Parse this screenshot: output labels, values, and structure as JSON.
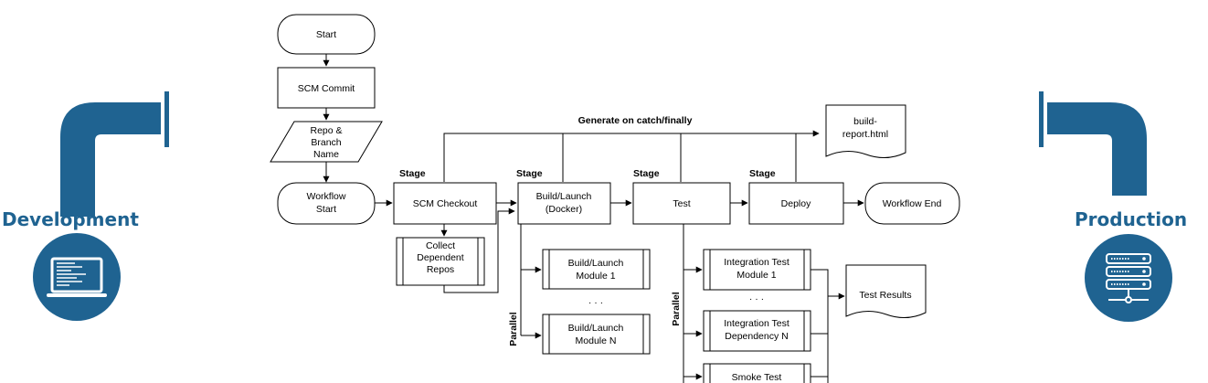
{
  "colors": {
    "accent": "#1f6391",
    "line": "#000000",
    "box_fill": "#ffffff"
  },
  "left_panel": {
    "label": "Development",
    "pipe_icon": "elbow-pipe-icon",
    "circle_icon": "laptop-code-icon"
  },
  "right_panel": {
    "label": "Production",
    "pipe_icon": "elbow-pipe-icon",
    "circle_icon": "server-rack-icon"
  },
  "flow": {
    "start": "Start",
    "scm_commit": "SCM Commit",
    "repo_branch": [
      "Repo &",
      "Branch",
      "Name"
    ],
    "workflow_start": [
      "Workflow",
      "Start"
    ],
    "scm_checkout": "SCM Checkout",
    "collect_repos": [
      "Collect",
      "Dependent",
      "Repos"
    ],
    "build_launch": [
      "Build/Launch",
      "(Docker)"
    ],
    "build_module_1": [
      "Build/Launch",
      "Module 1"
    ],
    "build_module_n": [
      "Build/Launch",
      "Module N"
    ],
    "test": "Test",
    "integration_test_1": [
      "Integration Test",
      "Module 1"
    ],
    "integration_test_n": [
      "Integration Test",
      "Dependency N"
    ],
    "smoke_test": "Smoke Test",
    "test_results": "Test Results",
    "deploy": "Deploy",
    "workflow_end": "Workflow End",
    "build_report": [
      "build-",
      "report.html"
    ],
    "generate_label": "Generate on catch/finally",
    "stage_label": "Stage",
    "parallel_label": "Parallel",
    "ellipsis": "· · ·"
  }
}
